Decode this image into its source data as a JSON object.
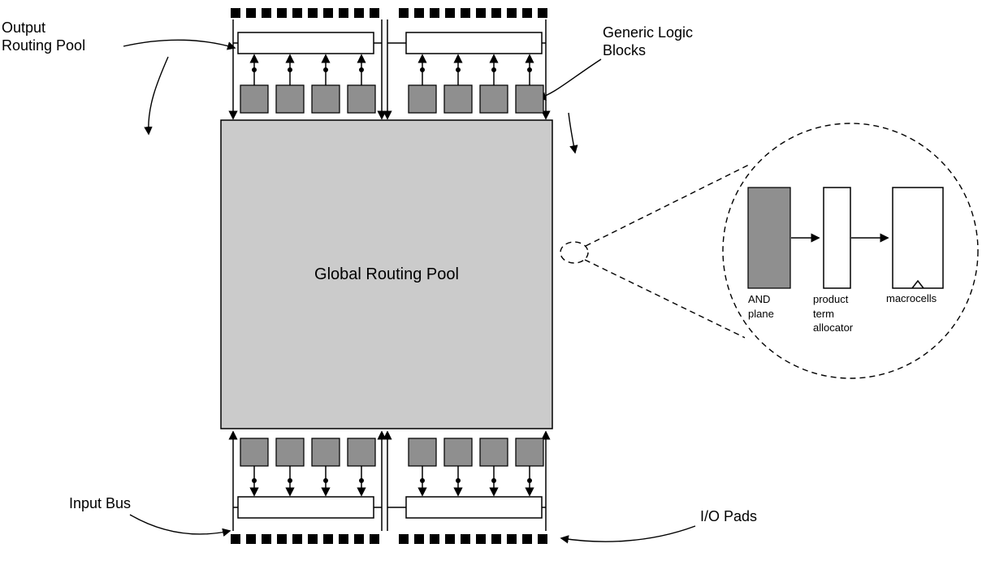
{
  "diagram": {
    "labels": {
      "output_routing_pool": "Output Routing Pool",
      "generic_logic_blocks": "Generic Logic Blocks",
      "global_routing_pool": "Global Routing Pool",
      "input_bus": "Input Bus",
      "io_pads": "I/O Pads"
    },
    "zoom_view": {
      "and_plane": "AND plane",
      "product_term_allocator": "product term allocator",
      "macrocells": "macrocells"
    },
    "structure": {
      "io_pad_banks": 4,
      "io_pads_per_bank": 10,
      "glb_banks": 4,
      "glbs_per_bank": 4
    },
    "colors": {
      "global_routing_pool_fill": "#cbcbcb",
      "logic_block_fill": "#8f8f8f",
      "line": "#000000",
      "background": "#ffffff"
    }
  }
}
